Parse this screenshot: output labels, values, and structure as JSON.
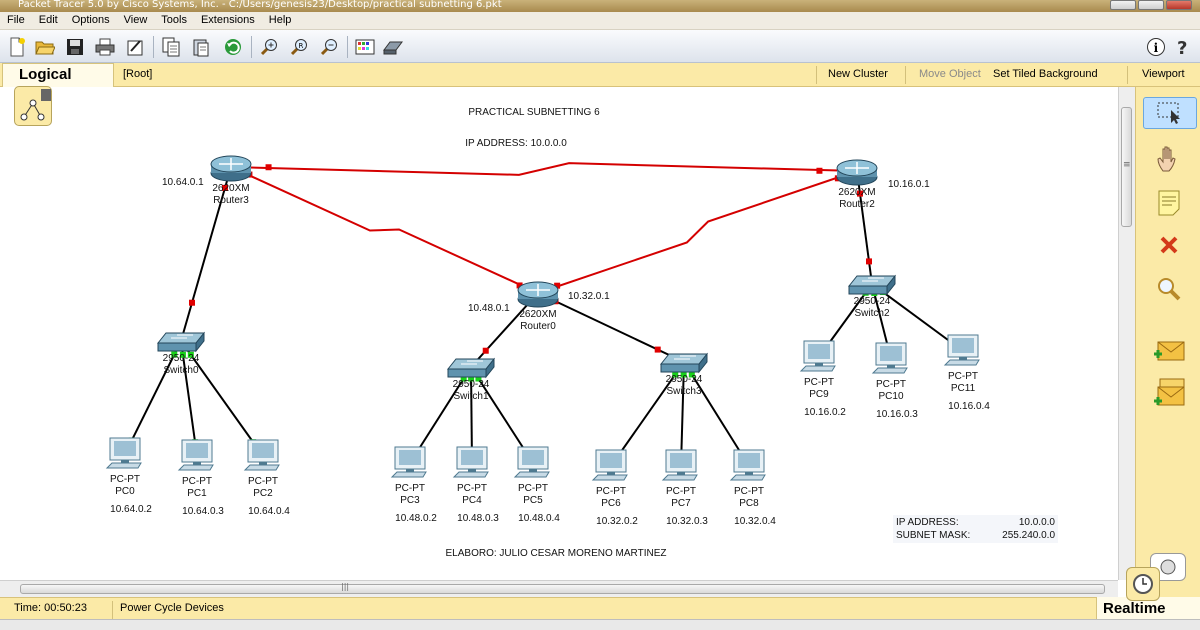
{
  "window": {
    "title": "Packet Tracer 5.0 by Cisco Systems, Inc. - C:/Users/genesis23/Desktop/practical subnetting 6.pkt"
  },
  "menu": [
    "File",
    "Edit",
    "Options",
    "View",
    "Tools",
    "Extensions",
    "Help"
  ],
  "toolbar_icons": [
    "new-file-icon",
    "open-folder-icon",
    "save-icon",
    "print-icon",
    "activity-wizard-icon",
    "copy-icon",
    "paste-icon",
    "undo-icon",
    "zoom-in-icon",
    "zoom-reset-icon",
    "zoom-out-icon",
    "palette-icon",
    "custom-device-icon",
    "info-icon",
    "help-icon"
  ],
  "workspace": {
    "tab": "Logical",
    "breadcrumb": "[Root]",
    "new_cluster": "New Cluster",
    "move_object": "Move Object",
    "set_tiled_background": "Set Tiled Background",
    "viewport": "Viewport"
  },
  "diagram": {
    "title": "PRACTICAL SUBNETTING 6",
    "ip_header": "IP ADDRESS: 10.0.0.0",
    "author": "ELABORO: JULIO CESAR MORENO MARTINEZ",
    "summary": {
      "ip_label": "IP ADDRESS:",
      "ip_value": "10.0.0.0",
      "mask_label": "SUBNET MASK:",
      "mask_value": "255.240.0.0"
    },
    "routers": [
      {
        "id": "r3",
        "model": "2620XM",
        "name": "Router3",
        "ip": "10.64.0.1"
      },
      {
        "id": "r2",
        "model": "2620XM",
        "name": "Router2",
        "ip": "10.16.0.1"
      },
      {
        "id": "r0",
        "model": "2620XM",
        "name": "Router0",
        "ip_left": "10.48.0.1",
        "ip_right": "10.32.0.1"
      }
    ],
    "switches": [
      {
        "id": "s0",
        "model": "2950-24",
        "name": "Switch0"
      },
      {
        "id": "s1",
        "model": "2950-24",
        "name": "Switch1"
      },
      {
        "id": "s3",
        "model": "2950-24",
        "name": "Switch3"
      },
      {
        "id": "s2",
        "model": "2950-24",
        "name": "Switch2"
      }
    ],
    "pcs": [
      {
        "type": "PC-PT",
        "name": "PC0",
        "ip": "10.64.0.2"
      },
      {
        "type": "PC-PT",
        "name": "PC1",
        "ip": "10.64.0.3"
      },
      {
        "type": "PC-PT",
        "name": "PC2",
        "ip": "10.64.0.4"
      },
      {
        "type": "PC-PT",
        "name": "PC3",
        "ip": "10.48.0.2"
      },
      {
        "type": "PC-PT",
        "name": "PC4",
        "ip": "10.48.0.3"
      },
      {
        "type": "PC-PT",
        "name": "PC5",
        "ip": "10.48.0.4"
      },
      {
        "type": "PC-PT",
        "name": "PC6",
        "ip": "10.32.0.2"
      },
      {
        "type": "PC-PT",
        "name": "PC7",
        "ip": "10.32.0.3"
      },
      {
        "type": "PC-PT",
        "name": "PC8",
        "ip": "10.32.0.4"
      },
      {
        "type": "PC-PT",
        "name": "PC9",
        "ip": "10.16.0.2"
      },
      {
        "type": "PC-PT",
        "name": "PC10",
        "ip": "10.16.0.3"
      },
      {
        "type": "PC-PT",
        "name": "PC11",
        "ip": "10.16.0.4"
      }
    ],
    "colors": {
      "serial_link": "#d40000",
      "ethernet_link": "#000000",
      "port_up": "#19d119",
      "port_down": "#e00000"
    }
  },
  "side_tools": [
    "select-tool-icon",
    "move-hand-icon",
    "note-icon",
    "delete-icon",
    "inspect-icon",
    "simple-pdu-icon",
    "complex-pdu-icon"
  ],
  "scroll": {
    "h_grip": "|||",
    "v_grip": "≡"
  },
  "status": {
    "time": "Time: 00:50:23",
    "power_cycle": "Power Cycle Devices",
    "mode": "Realtime"
  }
}
